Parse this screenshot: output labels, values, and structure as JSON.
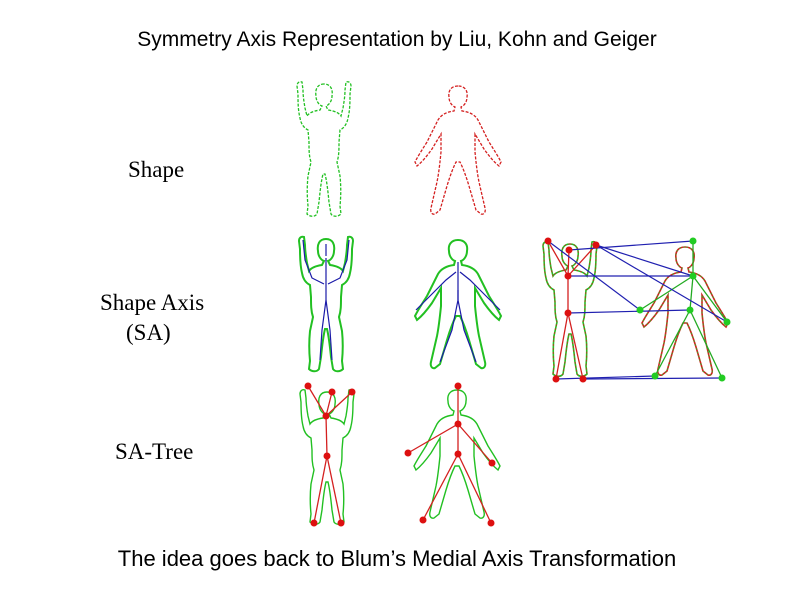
{
  "slide": {
    "title": "Symmetry Axis Representation by Liu, Kohn and Geiger",
    "labels": {
      "shape": "Shape",
      "shape_axis_line1": "Shape Axis",
      "shape_axis_line2": "(SA)",
      "sa_tree": "SA-Tree"
    },
    "footer": "The idea goes back to Blum’s Medial Axis Transformation"
  },
  "colors": {
    "green_outline": "#22c022",
    "red_outline": "#d42020",
    "axis_blue": "#1a1aa8",
    "node_red": "#dd1010",
    "node_green": "#22cc22",
    "match_line": "#2020b0"
  }
}
